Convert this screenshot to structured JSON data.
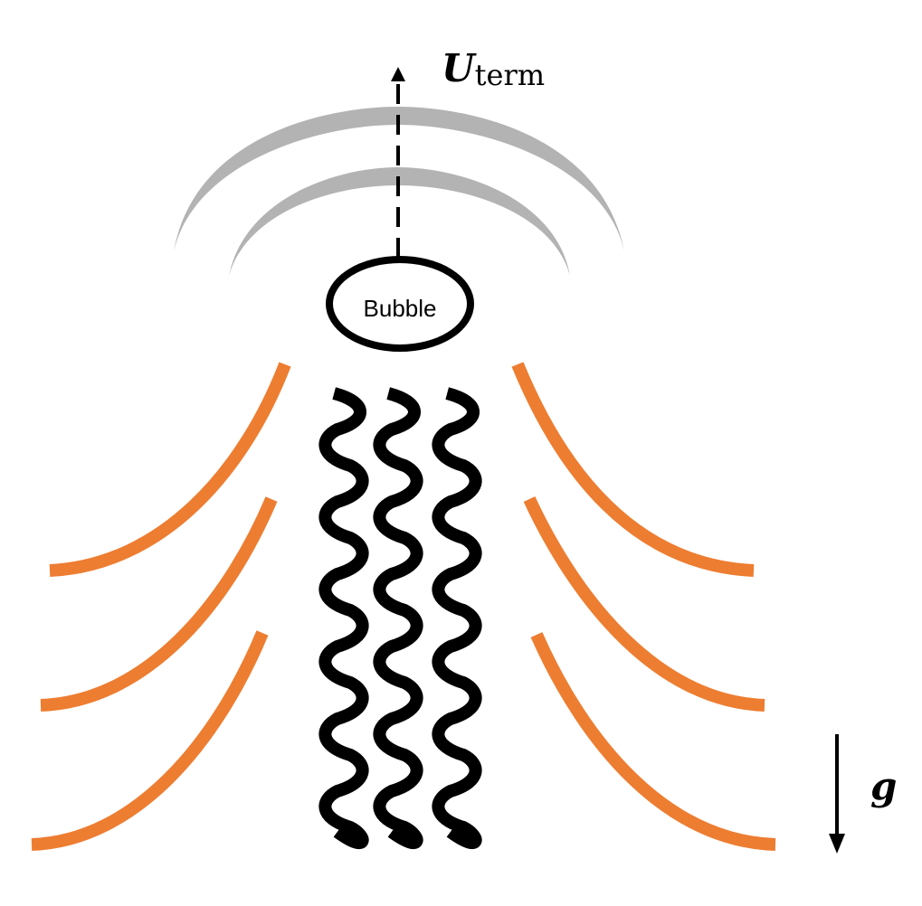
{
  "labels": {
    "velocity_symbol": "U",
    "velocity_subscript": "term",
    "bubble": "Bubble",
    "gravity": "g"
  },
  "colors": {
    "background": "#ffffff",
    "outline": "#000000",
    "wake_waves": "#000000",
    "front_arcs": "#b3b3b3",
    "streamlines": "#ed7d31",
    "arrows": "#000000"
  },
  "icons": {
    "velocity_arrow": "arrow-up-dashed-icon",
    "gravity_arrow": "arrow-down-icon"
  }
}
